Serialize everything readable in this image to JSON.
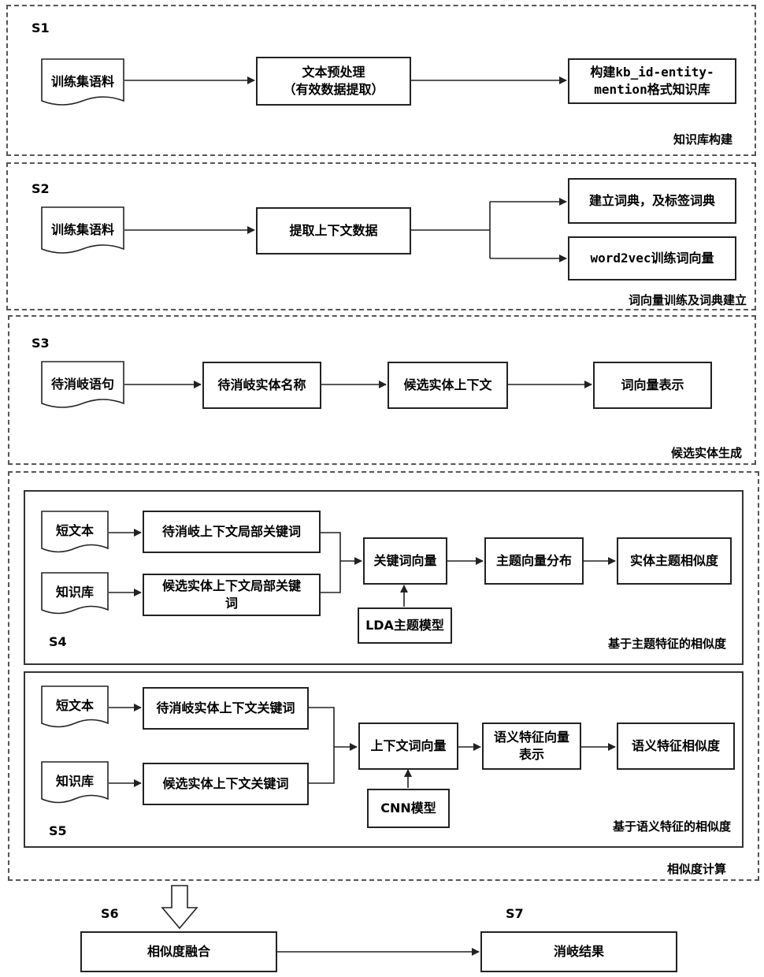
{
  "s1": {
    "step": "S1",
    "corpus": "训练集语料",
    "preprocess": "文本预处理\n（有效数据提取）",
    "kb": "构建kb_id-entity-\nmention格式知识库",
    "caption": "知识库构建"
  },
  "s2": {
    "step": "S2",
    "corpus": "训练集语料",
    "extract": "提取上下文数据",
    "dict": "建立词典，及标签词典",
    "w2v": "word2vec训练词向量",
    "caption": "词向量训练及词典建立"
  },
  "s3": {
    "step": "S3",
    "sentence": "待消岐语句",
    "entity_name": "待消岐实体名称",
    "cand_ctx": "候选实体上下文",
    "vector": "词向量表示",
    "caption": "候选实体生成"
  },
  "s4": {
    "step": "S4",
    "short_text": "短文本",
    "kb": "知识库",
    "local_kw1": "待消岐上下文局部关键词",
    "local_kw2": "候选实体上下文局部关键\n词",
    "kw_vec": "关键词向量",
    "topic_dist": "主题向量分布",
    "topic_sim": "实体主题相似度",
    "lda": "LDA主题模型",
    "caption": "基于主题特征的相似度"
  },
  "s5": {
    "step": "S5",
    "short_text": "短文本",
    "kb": "知识库",
    "kw1": "待消岐实体上下文关键词",
    "kw2": "候选实体上下文关键词",
    "ctx_vec": "上下文词向量",
    "sem_vec": "语义特征向量\n表示",
    "sem_sim": "语义特征相似度",
    "cnn": "CNN模型",
    "caption": "基于语义特征的相似度"
  },
  "sim_caption": "相似度计算",
  "s6": {
    "step": "S6",
    "fusion": "相似度融合"
  },
  "s7": {
    "step": "S7",
    "result": "消岐结果"
  }
}
